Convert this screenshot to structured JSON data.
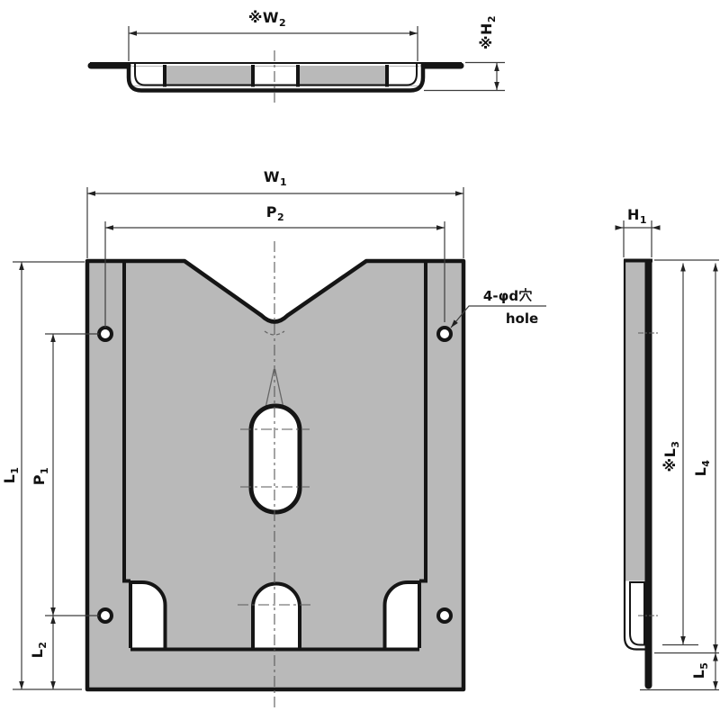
{
  "colors": {
    "background": "#ffffff",
    "part_fill": "#b9b9b9",
    "outline": "#151515",
    "dimension_line": "#3d3d3d",
    "centerline": "#5a5a5a"
  },
  "labels": {
    "w2": {
      "text": "※W",
      "sub": "2"
    },
    "h2": {
      "text": "※H",
      "sub": "2"
    },
    "w1": {
      "text": "W",
      "sub": "1"
    },
    "p2": {
      "text": "P",
      "sub": "2"
    },
    "h1": {
      "text": "H",
      "sub": "1"
    },
    "l1": {
      "text": "L",
      "sub": "1"
    },
    "p1": {
      "text": "P",
      "sub": "1"
    },
    "l2": {
      "text": "L",
      "sub": "2"
    },
    "l3": {
      "text": "※L",
      "sub": "3"
    },
    "l4": {
      "text": "L",
      "sub": "4"
    },
    "l5": {
      "text": "L",
      "sub": "5"
    }
  },
  "callout": {
    "line1": "4-φd穴",
    "line2": "hole"
  }
}
